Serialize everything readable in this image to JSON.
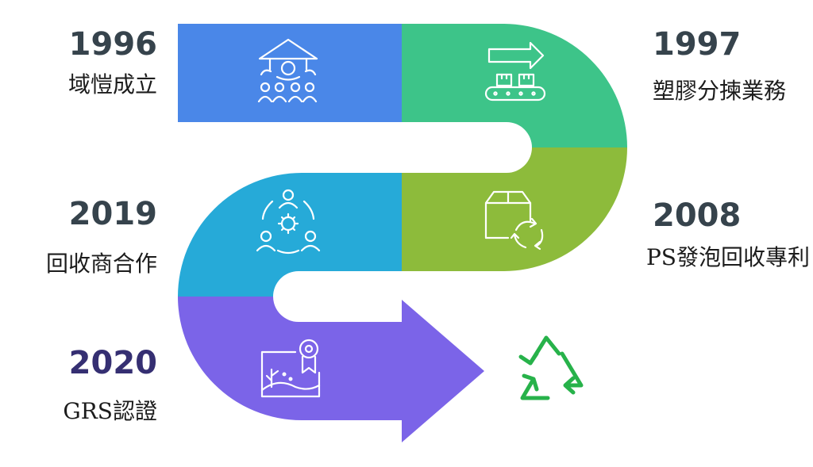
{
  "colors": {
    "segment_1996": "#4a87e8",
    "segment_1997": "#3dc489",
    "segment_2008": "#8dbb3b",
    "segment_2019": "#26aad8",
    "segment_2020": "#7b64e8",
    "year_text": "#36434c",
    "year_2020_text": "#352f72",
    "recycle_icon": "#27b24a",
    "icon_stroke": "#ffffff"
  },
  "milestones": [
    {
      "year": "1996",
      "label": "域愷成立",
      "icon": "team-leadership-icon"
    },
    {
      "year": "1997",
      "label": "塑膠分揀業務",
      "icon": "conveyor-sorting-icon"
    },
    {
      "year": "2008",
      "label": "PS發泡回收專利",
      "icon": "box-recycle-icon"
    },
    {
      "year": "2019",
      "label": "回收商合作",
      "icon": "collaboration-network-icon"
    },
    {
      "year": "2020",
      "label": "GRS認證",
      "icon": "certificate-award-icon"
    }
  ],
  "end_icon": "recycle-icon"
}
